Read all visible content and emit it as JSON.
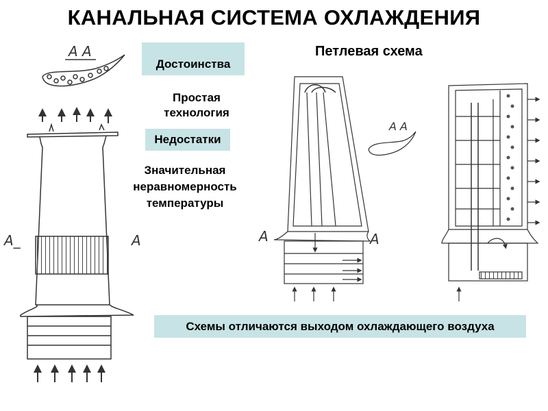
{
  "slide": {
    "title": "КАНАЛЬНАЯ СИСТЕМА ОХЛАЖДЕНИЯ",
    "subtitle": "Петлевая схема",
    "advantages_label": "Достоинства",
    "advantages_text_1": "Простая",
    "advantages_text_2": "технология",
    "disadvantages_label": "Недостатки",
    "disadvantages_text_1": "Значительная",
    "disadvantages_text_2": "неравномерность",
    "disadvantages_text_3": "температуры",
    "footer_note": "Схемы отличаются выходом охлаждающего воздуха"
  },
  "drawings": {
    "section_label": "А А",
    "section_mark_left": "А_",
    "section_mark_right": "А",
    "section_mark_mid_left": "А",
    "section_mark_mid_right": "А"
  },
  "colors": {
    "box_fill": "#c8e3e5",
    "line": "#333333"
  }
}
